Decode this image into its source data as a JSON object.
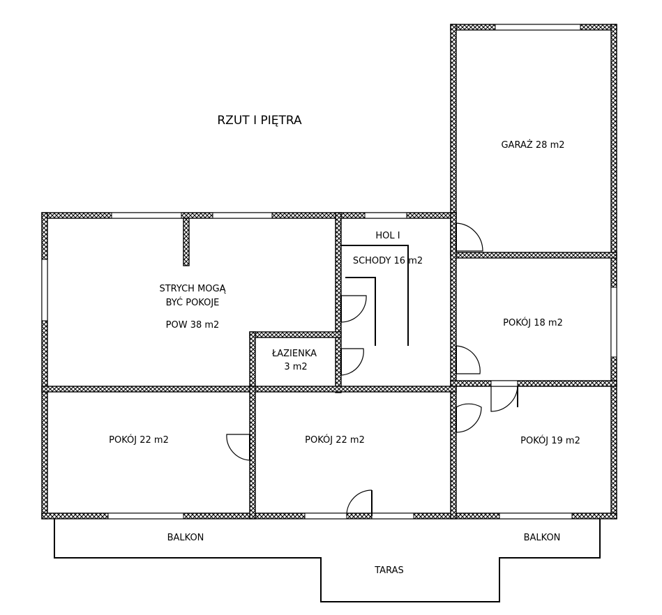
{
  "plan": {
    "title": "RZUT  I  PIĘTRA"
  },
  "rooms": {
    "garage": "GARAŻ  28 m2",
    "attic_line1": "STRYCH MOGĄ",
    "attic_line2": "BYĆ POKOJE",
    "attic_area": "POW 38 m2",
    "hall": "HOL I",
    "stairs": "SCHODY 16  m2",
    "bathroom_line1": "ŁAZIENKA",
    "bathroom_area": "3 m2",
    "room_18": "POKÓJ  18 m2",
    "room_22_left": "POKÓJ  22 m2",
    "room_22_mid": "POKÓJ  22 m2",
    "room_19": "POKÓJ  19 m2"
  },
  "exterior": {
    "balcony_left": "BALKON",
    "balcony_right": "BALKON",
    "terrace": "TARAS"
  }
}
